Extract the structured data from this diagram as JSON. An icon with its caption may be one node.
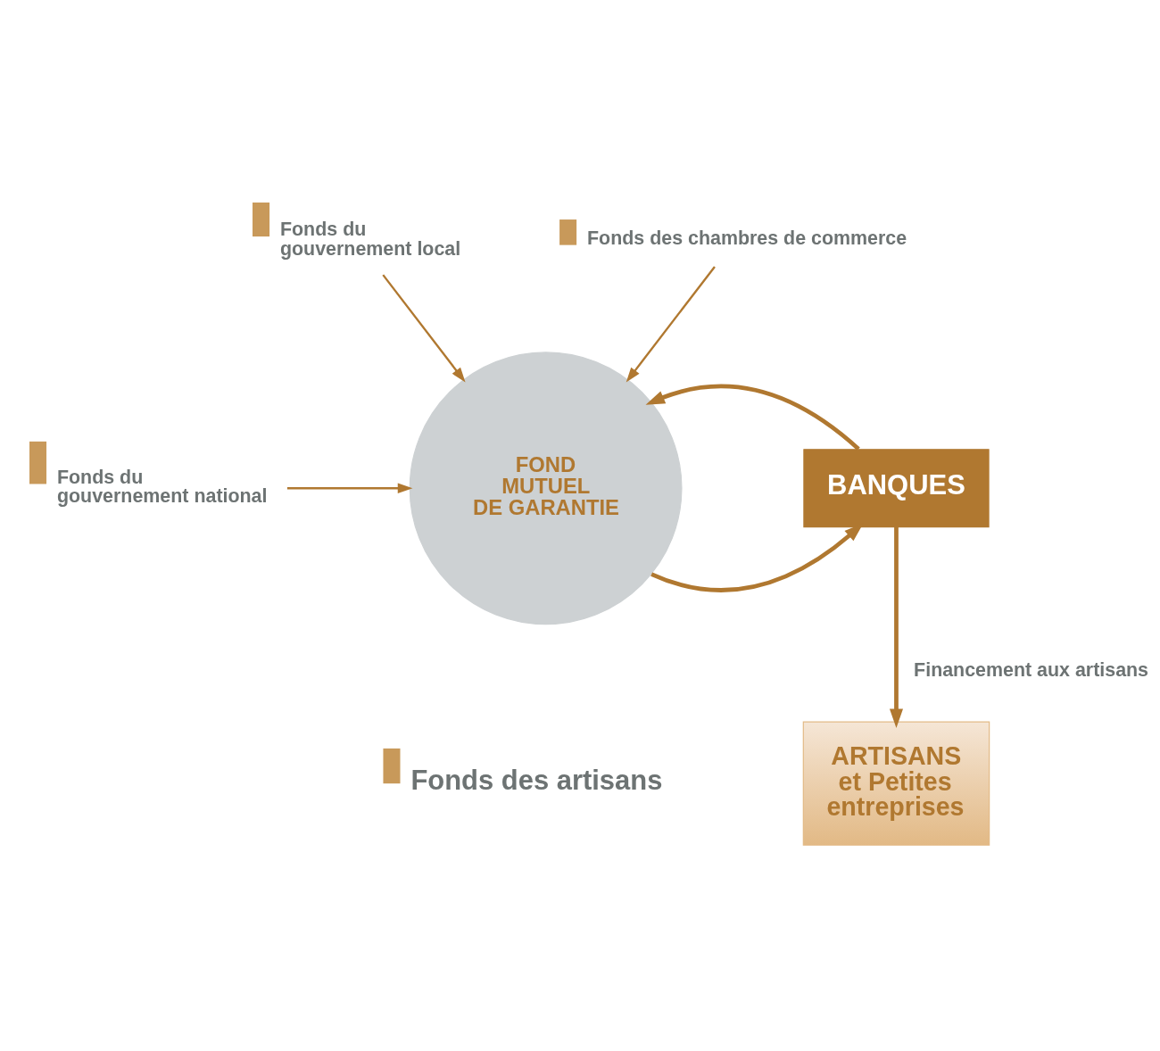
{
  "diagram": {
    "nodes": [
      {
        "text": [
          "Fonds du gouvernement local"
        ]
      },
      {
        "text": [
          "Fonds des chambres de commerce"
        ]
      },
      {
        "text": [
          "Fonds du gouvernement national"
        ]
      },
      {
        "text": [
          "FOND MUTUEL DE GARANTIE"
        ]
      },
      {
        "text": [
          "BANQUES"
        ]
      },
      {
        "text": [
          "ARTISANS et Petites entreprises"
        ]
      }
    ],
    "edges": [
      {
        "from": 0,
        "to": 3,
        "arrow": "to"
      },
      {
        "from": 1,
        "to": 3,
        "arrow": "to"
      },
      {
        "from": 2,
        "to": 3,
        "arrow": "to"
      },
      {
        "from": 3,
        "to": 4,
        "arrow": "to",
        "style": "thick"
      },
      {
        "from": 4,
        "to": 3,
        "arrow": "to",
        "style": "thick"
      },
      {
        "from": 4,
        "to": 5,
        "arrow": "to",
        "style": "thick",
        "label": "Financement aux artisans"
      }
    ],
    "labels": [
      "Fonds des artisans"
    ]
  }
}
